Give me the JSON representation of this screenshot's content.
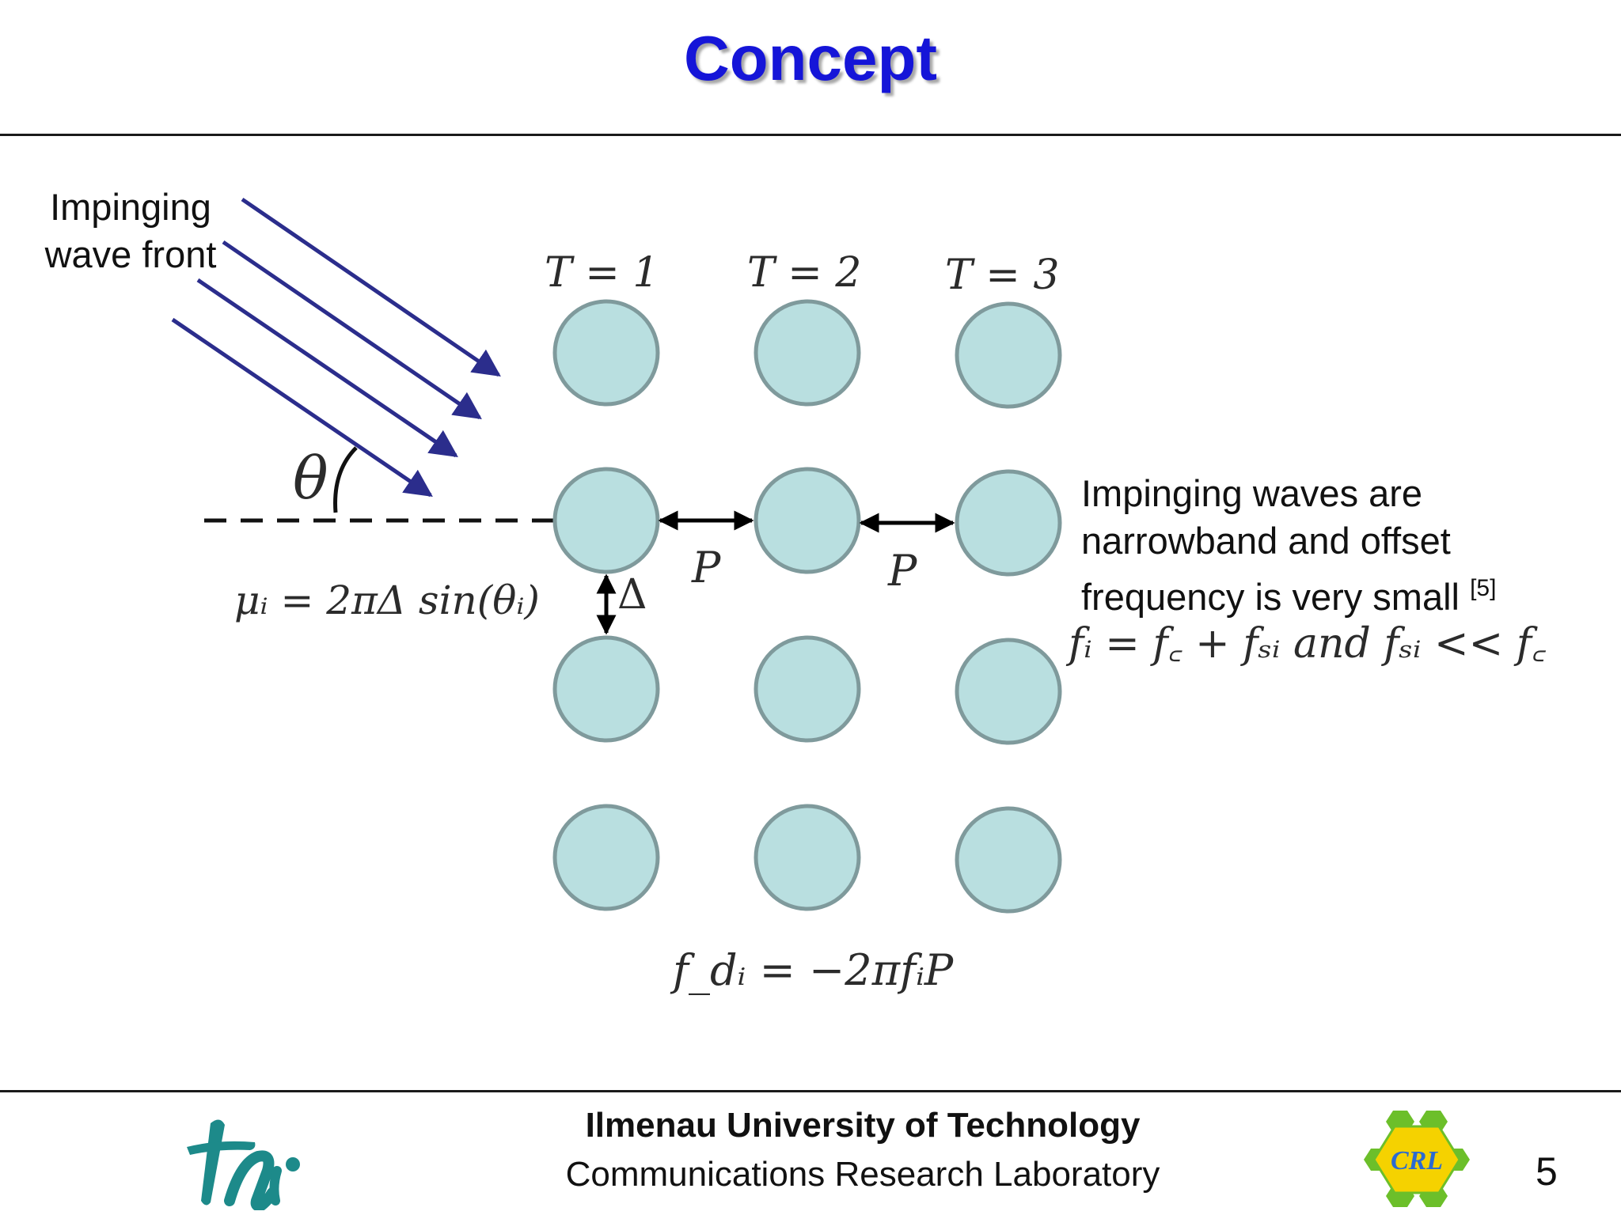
{
  "slide": {
    "title": "Concept",
    "page_number": "5"
  },
  "labels": {
    "wavefront_line1": "Impinging",
    "wavefront_line2": "wave front",
    "theta": "θ",
    "t1": "T = 1",
    "t2": "T = 2",
    "t3": "T = 3",
    "p_left": "P",
    "p_right": "P",
    "delta": "Δ",
    "mu_formula": "μᵢ = 2πΔ sin(θᵢ)",
    "note_line1": "Impinging waves are",
    "note_line2": "narrowband and offset",
    "note_line3": "frequency is very small",
    "note_ref": "[5]",
    "freq_formula": "fᵢ = f꜀ + fₛᵢ  and  fₛᵢ << f꜀",
    "doppler_formula": "f_dᵢ = −2πfᵢP"
  },
  "footer": {
    "university": "Ilmenau University of Technology",
    "lab": "Communications Research Laboratory",
    "crl_logo_text": "CRL"
  },
  "colors": {
    "title": "#1515d8",
    "arrows": "#2b2d8c",
    "circle_fill": "#b9dfe0",
    "circle_stroke": "#7f9a9c",
    "tu_logo": "#1d8a8a",
    "crl_hex": "#6cbf2a",
    "crl_center": "#f5d200"
  },
  "icons": {
    "left_logo": "tu-ilmenau-logo",
    "right_logo": "crl-hexagon-logo"
  },
  "grid": {
    "rows": 4,
    "columns": 3
  }
}
